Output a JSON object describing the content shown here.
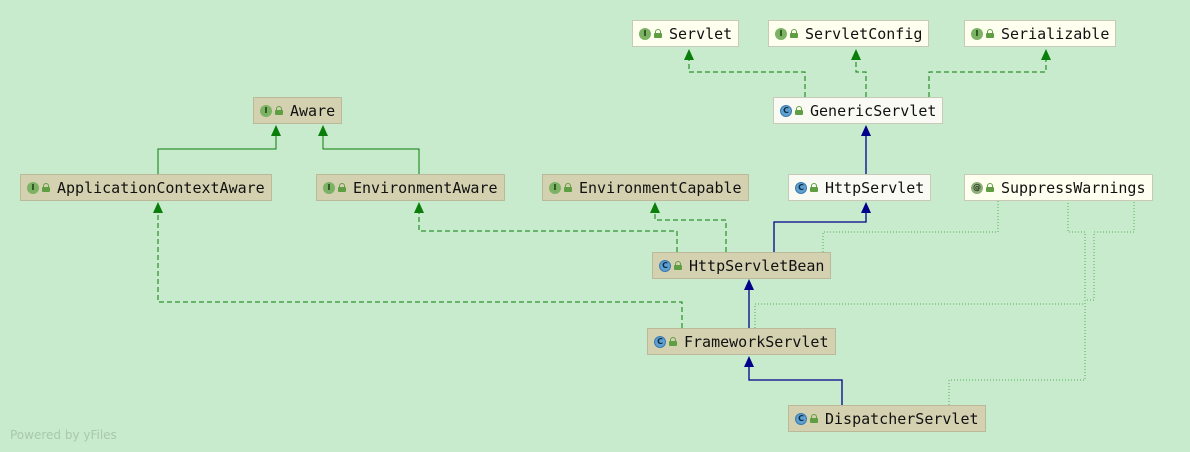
{
  "nodes": {
    "servlet": {
      "kind": "interface",
      "kind_icon": "I",
      "label": "Servlet"
    },
    "servletConfig": {
      "kind": "interface",
      "kind_icon": "I",
      "label": "ServletConfig"
    },
    "serializable": {
      "kind": "interface",
      "kind_icon": "I",
      "label": "Serializable"
    },
    "aware": {
      "kind": "interface",
      "kind_icon": "I",
      "label": "Aware"
    },
    "genericServlet": {
      "kind": "class",
      "kind_icon": "C",
      "label": "GenericServlet"
    },
    "applicationContextAware": {
      "kind": "interface",
      "kind_icon": "I",
      "label": "ApplicationContextAware"
    },
    "environmentAware": {
      "kind": "interface",
      "kind_icon": "I",
      "label": "EnvironmentAware"
    },
    "environmentCapable": {
      "kind": "interface",
      "kind_icon": "I",
      "label": "EnvironmentCapable"
    },
    "httpServlet": {
      "kind": "class",
      "kind_icon": "C",
      "label": "HttpServlet"
    },
    "suppressWarnings": {
      "kind": "annotation",
      "kind_icon": "@",
      "label": "SuppressWarnings"
    },
    "httpServletBean": {
      "kind": "class",
      "kind_icon": "C",
      "label": "HttpServletBean"
    },
    "frameworkServlet": {
      "kind": "class",
      "kind_icon": "C",
      "label": "FrameworkServlet"
    },
    "dispatcherServlet": {
      "kind": "class",
      "kind_icon": "C",
      "label": "DispatcherServlet"
    }
  },
  "relations": [
    {
      "from": "genericServlet",
      "to": "servlet",
      "type": "implements"
    },
    {
      "from": "genericServlet",
      "to": "servletConfig",
      "type": "implements"
    },
    {
      "from": "genericServlet",
      "to": "serializable",
      "type": "implements"
    },
    {
      "from": "httpServlet",
      "to": "genericServlet",
      "type": "extends"
    },
    {
      "from": "httpServletBean",
      "to": "httpServlet",
      "type": "extends"
    },
    {
      "from": "httpServletBean",
      "to": "environmentCapable",
      "type": "implements"
    },
    {
      "from": "httpServletBean",
      "to": "environmentAware",
      "type": "implements"
    },
    {
      "from": "httpServletBean",
      "to": "suppressWarnings",
      "type": "annotated"
    },
    {
      "from": "applicationContextAware",
      "to": "aware",
      "type": "extends-interface"
    },
    {
      "from": "environmentAware",
      "to": "aware",
      "type": "extends-interface"
    },
    {
      "from": "frameworkServlet",
      "to": "httpServletBean",
      "type": "extends"
    },
    {
      "from": "frameworkServlet",
      "to": "applicationContextAware",
      "type": "implements"
    },
    {
      "from": "frameworkServlet",
      "to": "suppressWarnings",
      "type": "annotated"
    },
    {
      "from": "dispatcherServlet",
      "to": "frameworkServlet",
      "type": "extends"
    },
    {
      "from": "dispatcherServlet",
      "to": "suppressWarnings",
      "type": "annotated"
    }
  ],
  "colors": {
    "background": "#c7ebcc",
    "extends": "#00008b",
    "implements": "#0a7d0a",
    "annotated": "#4fb04f",
    "highlight_node": "#d4d1b0",
    "plain_node": "#fffff0"
  },
  "footer": "Powered by yFiles"
}
